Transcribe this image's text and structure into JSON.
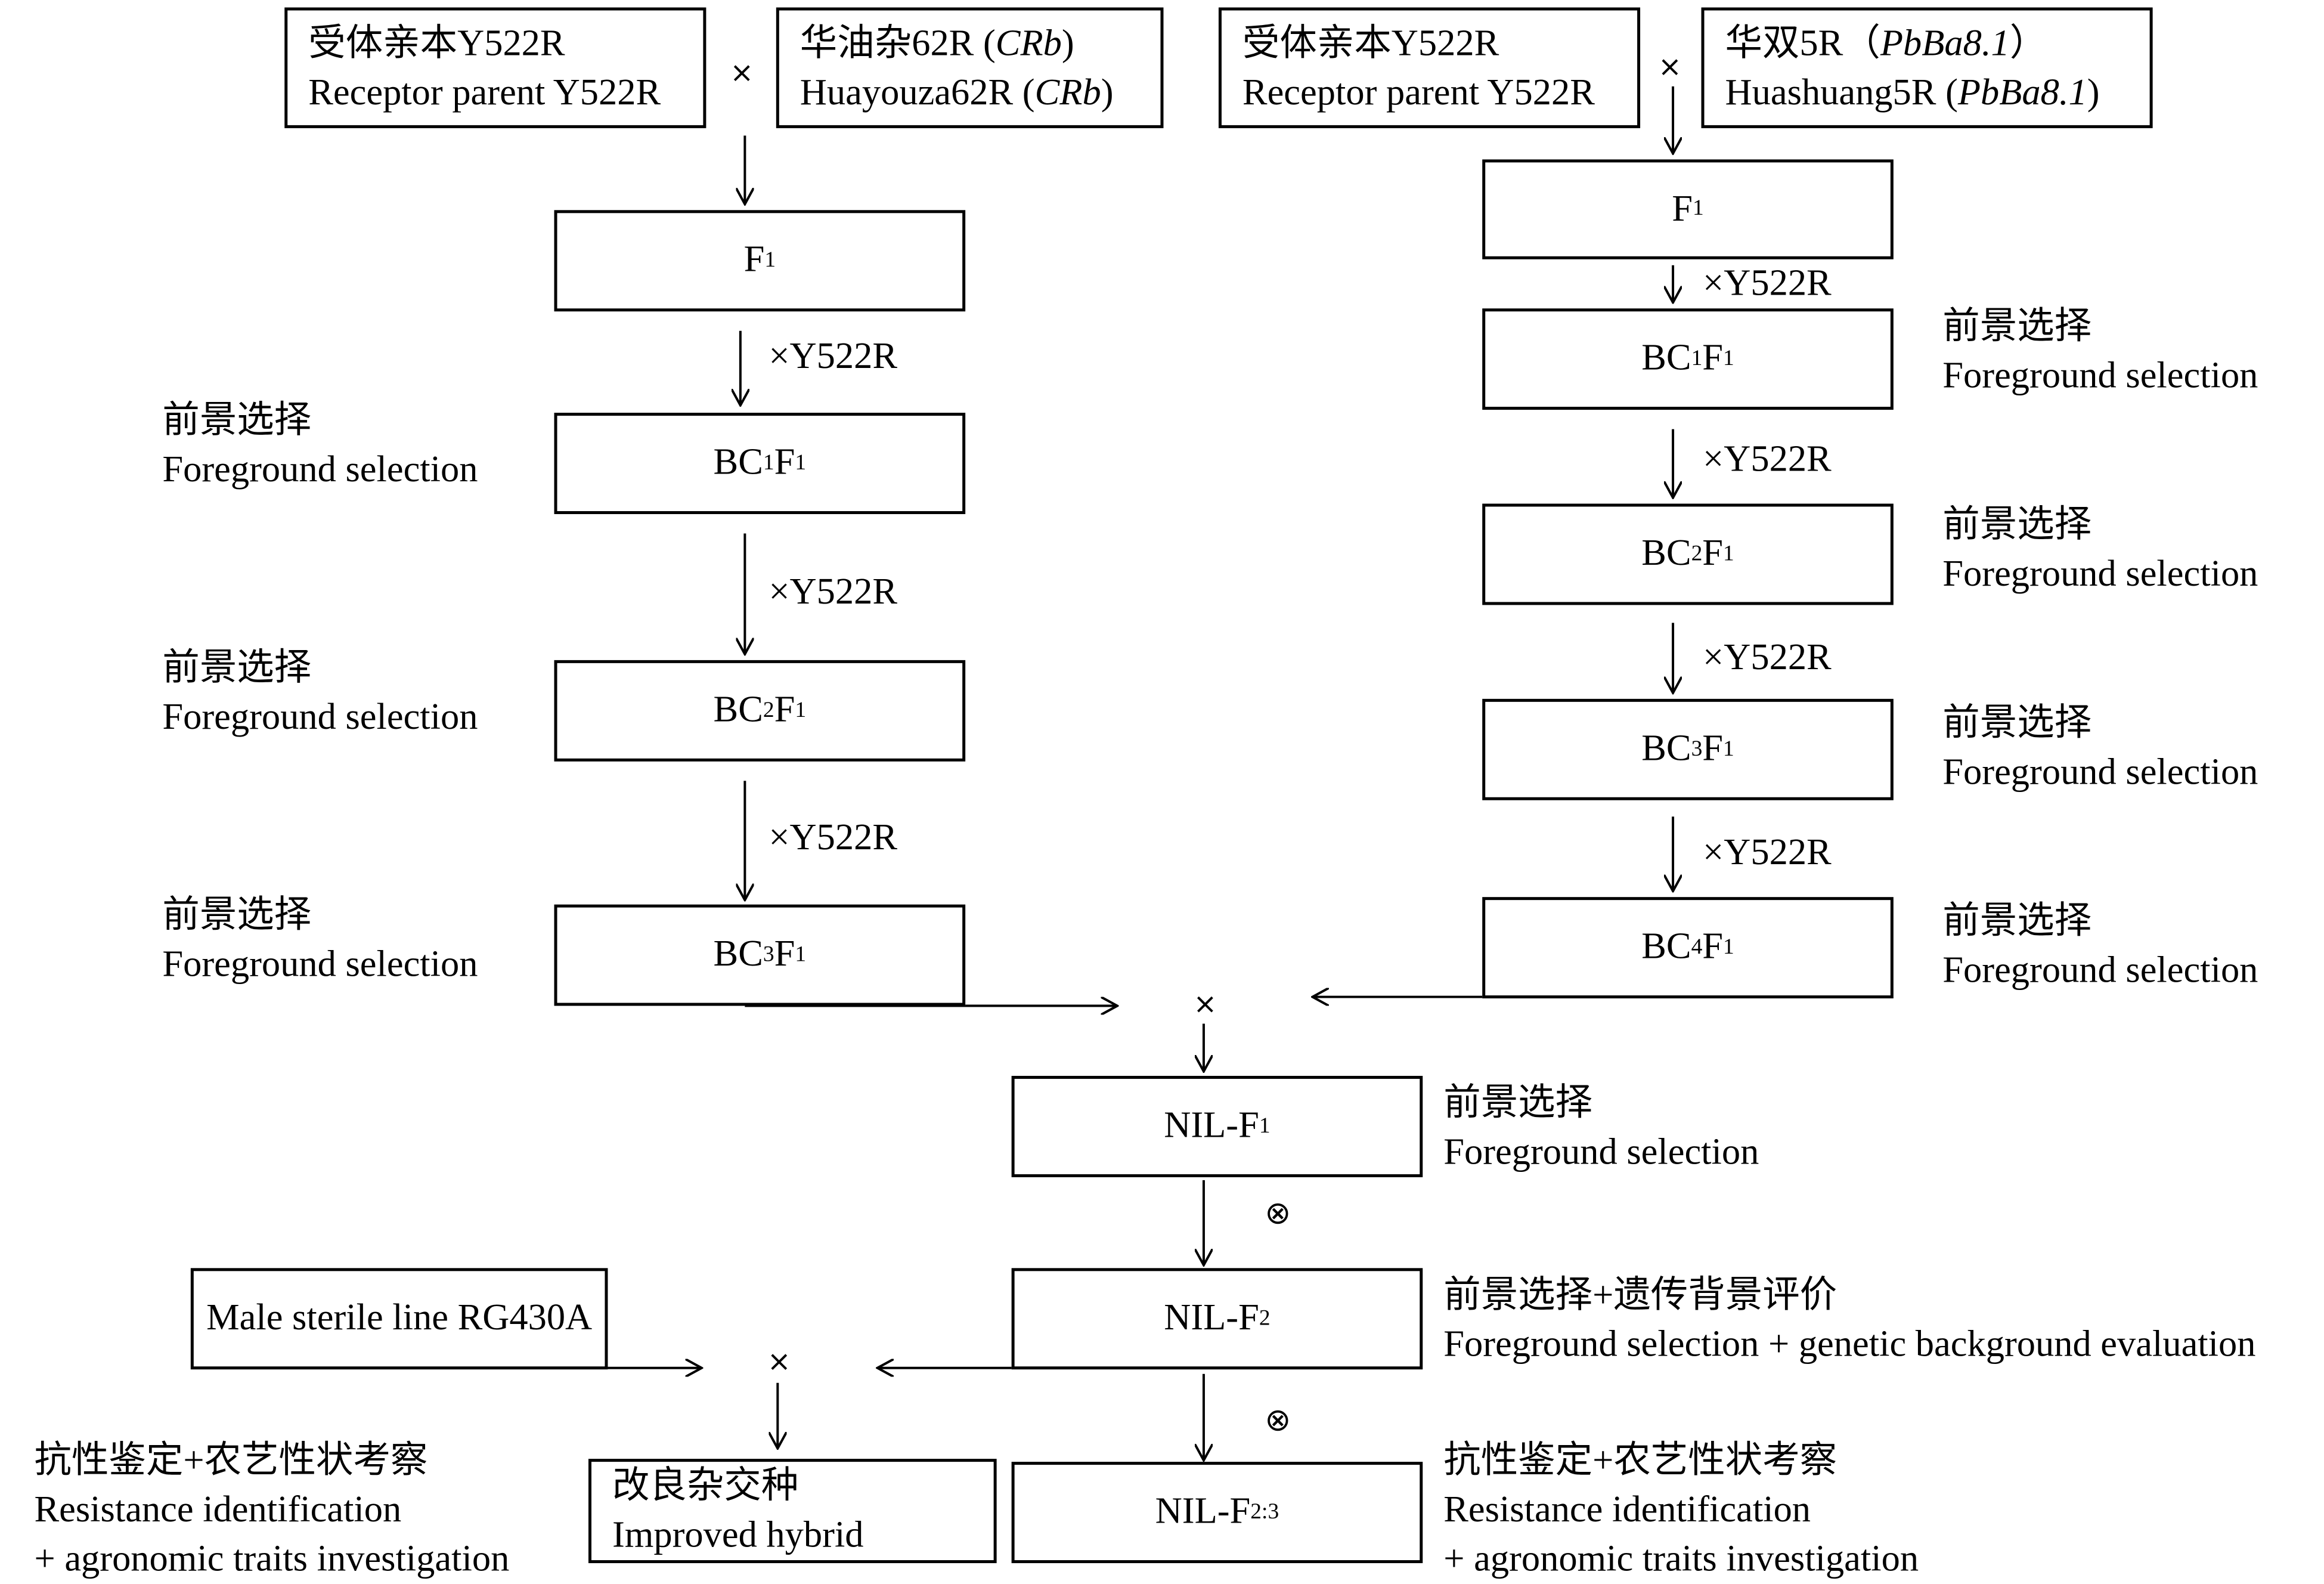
{
  "parents": {
    "recipient_cn": "受体亲本Y522R",
    "recipient_en": "Receptor parent Y522R",
    "donor1_cn": "华油杂62R",
    "donor1_cn_gene": "CRb",
    "donor1_en": "Huayouza62R",
    "donor1_en_gene": "CRb",
    "donor2_cn": "华双5R",
    "donor2_cn_gene": "PbBa8.1",
    "donor2_en": "Huashuang5R",
    "donor2_en_gene": "PbBa8.1"
  },
  "symbols": {
    "cross": "×",
    "self": "⊗"
  },
  "backcross_label": "×Y522R",
  "generations": {
    "f": "F",
    "bc": "BC",
    "sub1": "1",
    "sub2": "2",
    "sub3": "3",
    "sub4": "4",
    "nil": "NIL-F",
    "nil_f23_sub": "2:3"
  },
  "annotations": {
    "fg_cn": "前景选择",
    "fg_en": "Foreground selection",
    "fg_bg_cn": "前景选择+遗传背景评价",
    "fg_bg_en": "Foreground selection + genetic background evaluation",
    "resist_cn": "抗性鉴定+农艺性状考察",
    "resist_en1": "Resistance identification",
    "resist_en2": "+ agronomic traits investigation"
  },
  "sterile_line": "Male sterile line RG430A",
  "hybrid_cn": "改良杂交种",
  "hybrid_en": "Improved hybrid"
}
